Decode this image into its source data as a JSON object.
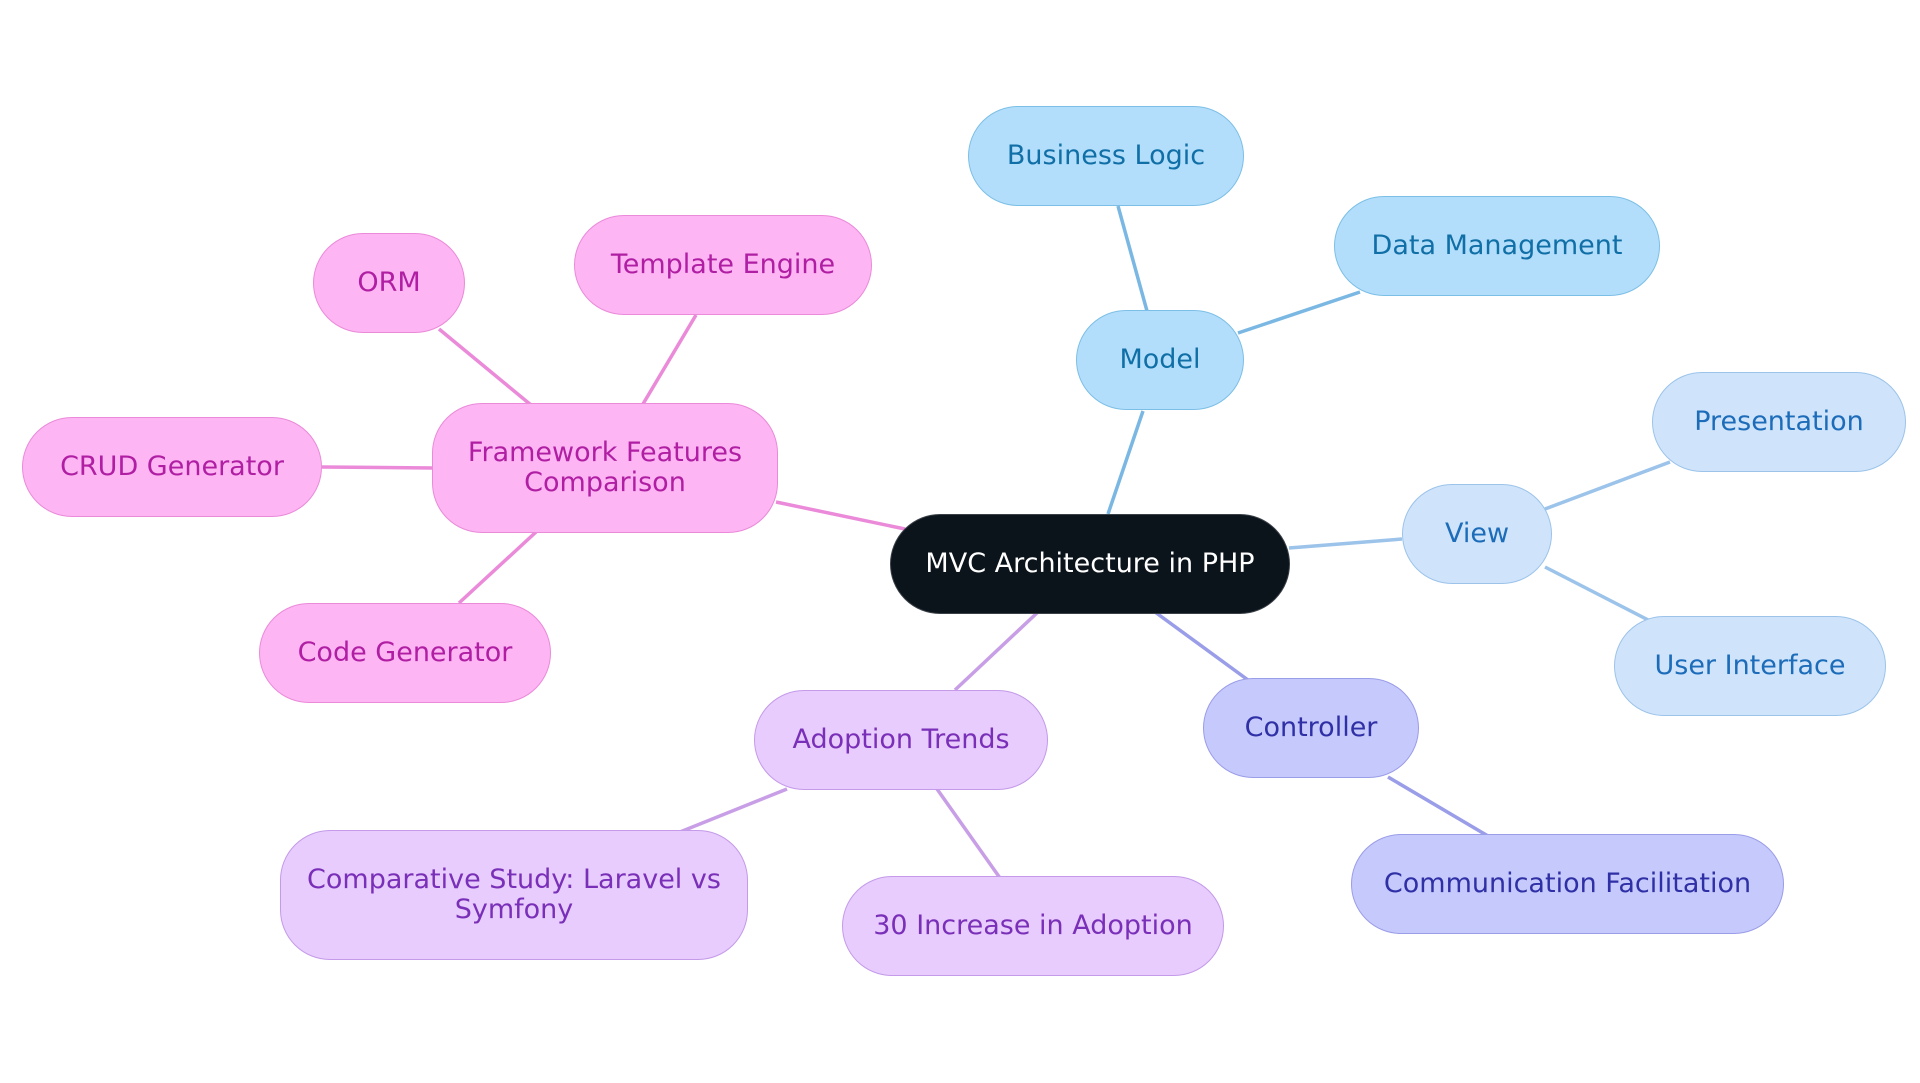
{
  "diagram": {
    "root": {
      "label": "MVC Architecture in PHP"
    },
    "model": {
      "label": "Model",
      "children": [
        "Business Logic",
        "Data Management"
      ]
    },
    "view": {
      "label": "View",
      "children": [
        "Presentation",
        "User Interface"
      ]
    },
    "controller": {
      "label": "Controller",
      "children": [
        "Communication Facilitation"
      ]
    },
    "adoption": {
      "label": "Adoption Trends",
      "children": [
        "Comparative Study: Laravel vs Symfony",
        "30 Increase in Adoption"
      ]
    },
    "framework": {
      "label": "Framework Features Comparison",
      "children": [
        "ORM",
        "Template Engine",
        "CRUD Generator",
        "Code Generator"
      ]
    }
  },
  "colors": {
    "root": "#0b131b",
    "model": "#b3defb",
    "view": "#cfe4fb",
    "controller": "#c6c9fb",
    "adoption": "#e7ccfd",
    "framework": "#fdb5f3"
  }
}
